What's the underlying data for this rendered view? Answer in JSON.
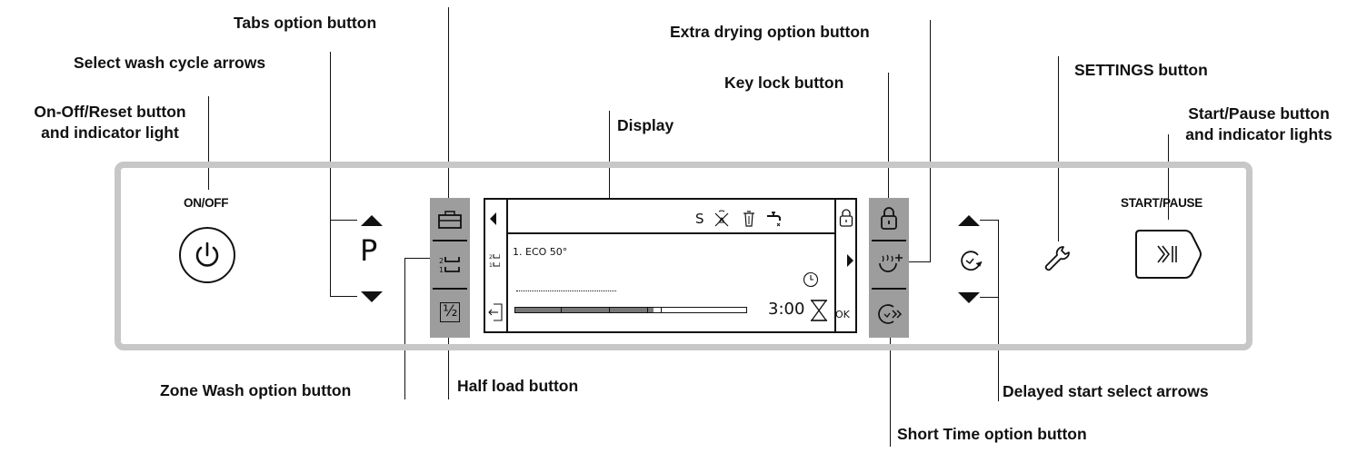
{
  "labels": {
    "tabs": "Tabs option button",
    "select_cycle": "Select wash cycle arrows",
    "onoff_line1": "On-Off/Reset button",
    "onoff_line2": "and indicator light",
    "display": "Display",
    "extra_drying": "Extra drying option button",
    "key_lock": "Key lock button",
    "settings": "SETTINGS button",
    "startpause_line1": "Start/Pause button",
    "startpause_line2": "and indicator lights",
    "zone_wash": "Zone Wash option button",
    "half_load": "Half load button",
    "delayed_start": "Delayed start select arrows",
    "short_time": "Short Time option button"
  },
  "panel": {
    "onoff_text": "ON/OFF",
    "startpause_text": "START/PAUSE",
    "program_letter": "P",
    "half_symbol": "½"
  },
  "display": {
    "status_letter": "S",
    "program_name": "1. ECO 50°",
    "time": "3:00",
    "ok": "OK",
    "progress": 0.6
  },
  "colors": {
    "panel_border": "#c7c7c7",
    "button_strip": "#9d9d9d",
    "ink": "#111111"
  }
}
